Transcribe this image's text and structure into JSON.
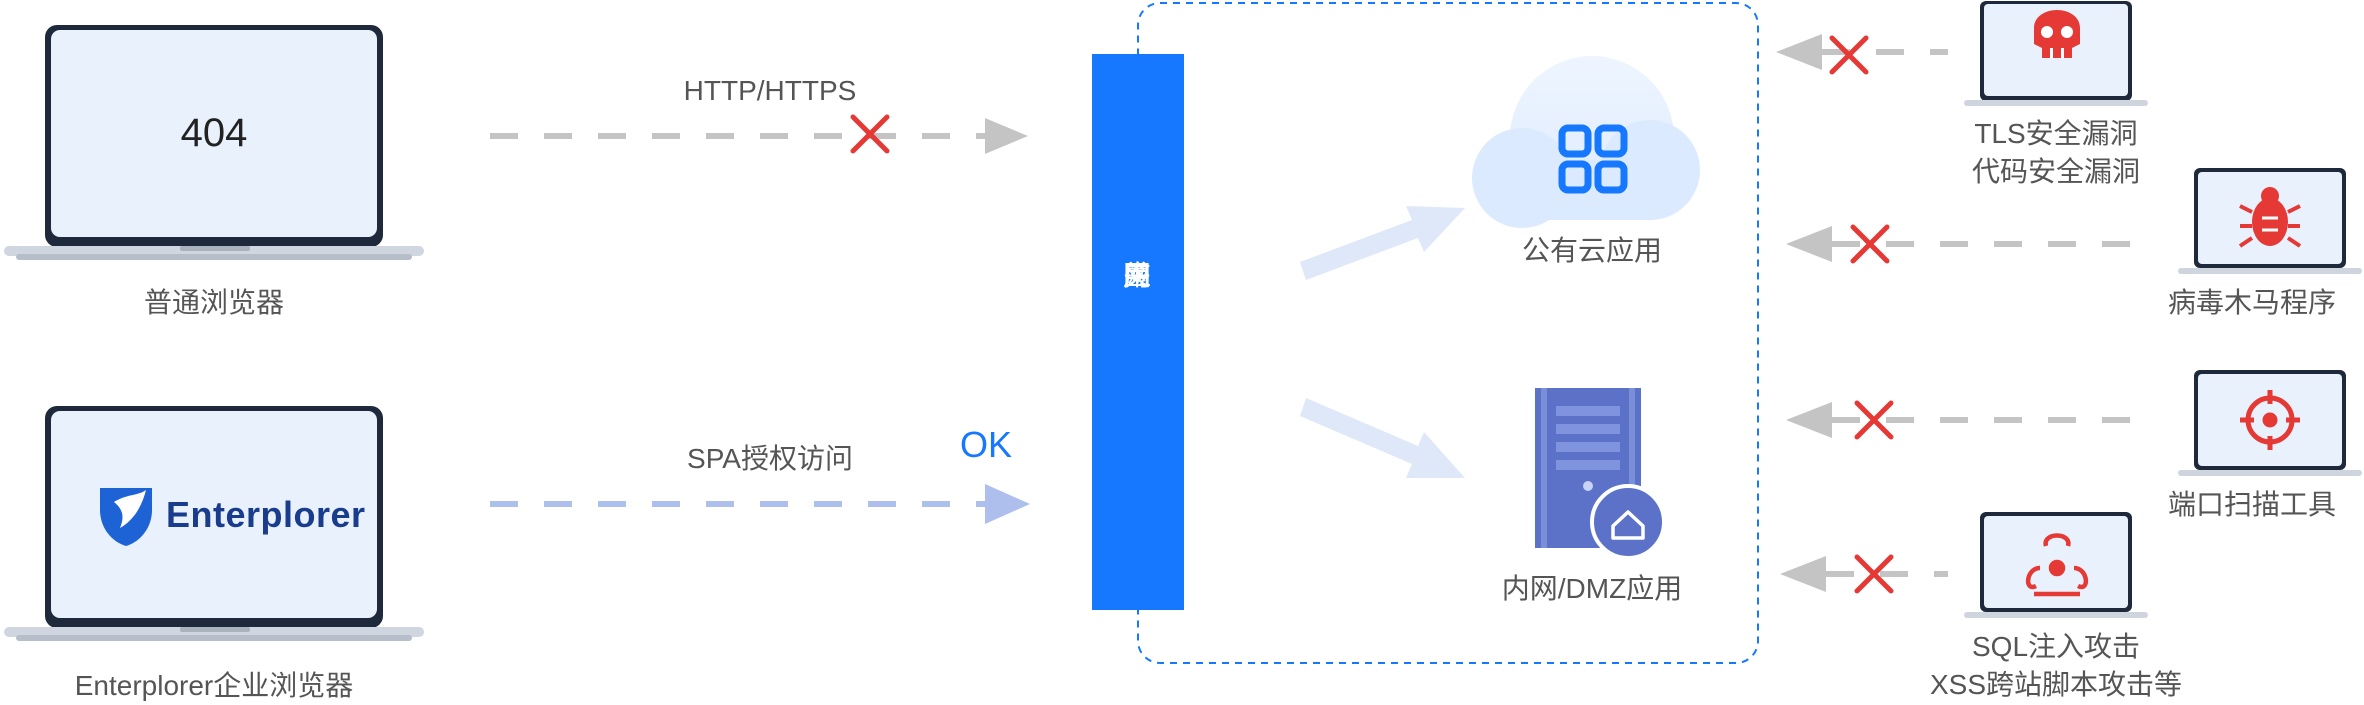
{
  "browsers": {
    "normal": {
      "screen_text": "404",
      "label": "普通浏览器"
    },
    "enterplorer": {
      "brand": "Enterplorer",
      "label": "Enterplorer企业浏览器"
    }
  },
  "flows": {
    "http": {
      "label": "HTTP/HTTPS",
      "blocked": true
    },
    "spa": {
      "label": "SPA授权访问",
      "status": "OK"
    }
  },
  "gateway": {
    "label": [
      "应",
      "用",
      "网",
      "关"
    ]
  },
  "apps": {
    "cloud": {
      "label": "公有云应用"
    },
    "intranet": {
      "label": "内网/DMZ应用"
    }
  },
  "threats": [
    {
      "icon": "skull-icon",
      "lines": [
        "TLS安全漏洞",
        "代码安全漏洞"
      ]
    },
    {
      "icon": "bug-icon",
      "lines": [
        "病毒木马程序"
      ]
    },
    {
      "icon": "crosshair-icon",
      "lines": [
        "端口扫描工具"
      ]
    },
    {
      "icon": "biohazard-icon",
      "lines": [
        "SQL注入攻击",
        "XSS跨站脚本攻击等"
      ]
    }
  ],
  "colors": {
    "gateway": "#1677ff",
    "blocked": "#e53935",
    "dashed_gray": "#c4c4c4",
    "dashed_blue": "#aebfee",
    "laptop_screen": "#e8f1fc",
    "laptop_frame": "#1e2a3c",
    "server": "#5b72c8"
  }
}
